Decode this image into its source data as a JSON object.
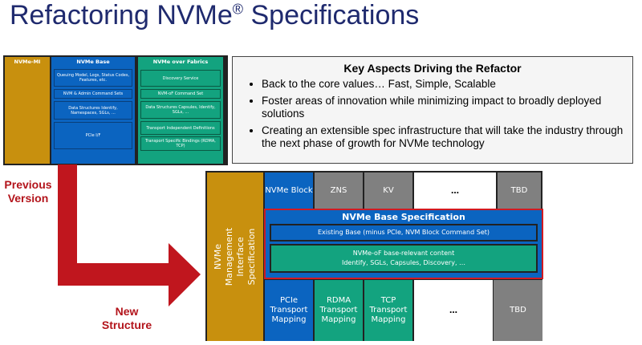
{
  "title": {
    "text": "Refactoring NVMe",
    "reg": "®",
    "rest": " Specifications"
  },
  "previous": {
    "mi": "NVMe-MI",
    "base": {
      "title": "NVMe Base",
      "items": [
        "Queuing Model, Logs, Status Codes, Features, etc.",
        "NVM & Admin Command Sets",
        "Data Structures Identify, Namespaces, SGLs, ...",
        "PCIe I/F"
      ]
    },
    "fabrics": {
      "title": "NVMe over Fabrics",
      "items": [
        "Discovery Service",
        "NVM-oF Command Set",
        "Data Structures Capsules, Identify, SGLs, ...",
        "Transport Independent Definitions",
        "Transport Specific Bindings (RDMA, TCP)"
      ]
    }
  },
  "key": {
    "title": "Key Aspects Driving the Refactor",
    "bullets": [
      "Back to the core values… Fast, Simple, Scalable",
      "Foster areas of innovation while minimizing impact to broadly deployed solutions",
      "Creating an extensible spec infrastructure that will take the industry through the next phase of growth for NVMe technology"
    ]
  },
  "labels": {
    "previous": "Previous Version",
    "new": "New Structure"
  },
  "new": {
    "mi": "NVMe Management Interface Specification",
    "top": [
      "NVMe Block",
      "ZNS",
      "KV",
      "…",
      "TBD"
    ],
    "base_title": "NVMe Base Specification",
    "existing": "Existing Base (minus PCIe, NVM Block Command Set)",
    "nvmeof1": "NVMe-oF base-relevant content",
    "nvmeof2": "Identify, SGLs, Capsules, Discovery, …",
    "bottom": [
      "PCIe Transport Mapping",
      "RDMA Transport Mapping",
      "TCP Transport Mapping",
      "…",
      "TBD"
    ]
  }
}
